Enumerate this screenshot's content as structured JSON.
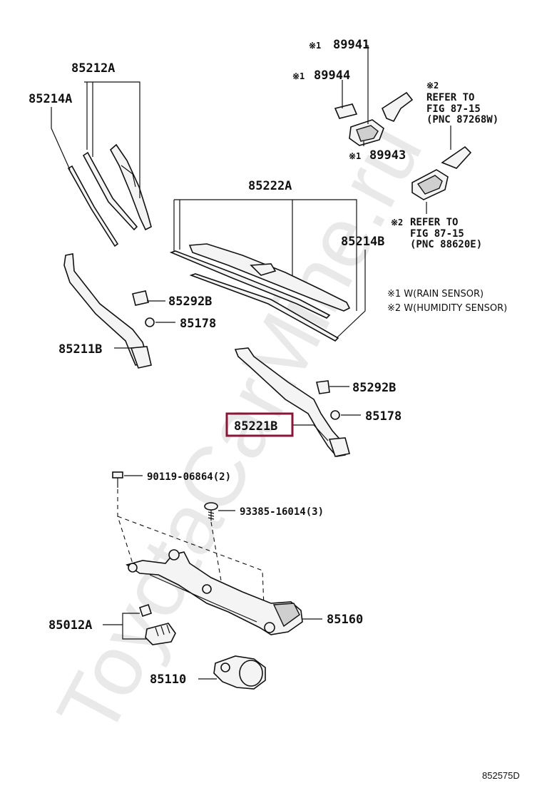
{
  "watermark": "ToyotaCarMine.ru",
  "diagram_code": "852575D",
  "labels": {
    "p85212A": "85212A",
    "p85214A": "85214A",
    "p89941": "89941",
    "p89944": "89944",
    "p89943": "89943",
    "p85222A": "85222A",
    "p85214B": "85214B",
    "p85292B_a": "85292B",
    "p85178_a": "85178",
    "p85211B": "85211B",
    "p85292B_b": "85292B",
    "p85178_b": "85178",
    "p85221B": "85221B",
    "p90119": "90119-06864(2)",
    "p93385": "93385-16014(3)",
    "p85012A": "85012A",
    "p85160": "85160",
    "p85110": "85110"
  },
  "marks": {
    "m1_a": "※1",
    "m1_b": "※1",
    "m1_c": "※1"
  },
  "refs": {
    "ref1_mark": "※2",
    "ref1_l1": "REFER TO",
    "ref1_l2": "FIG 87-15",
    "ref1_l3": "(PNC 87268W)",
    "ref2_mark": "※2",
    "ref2_l1": "REFER TO",
    "ref2_l2": "FIG 87-15",
    "ref2_l3": "(PNC 88620E)"
  },
  "legend": {
    "note1": "※1 W(RAIN SENSOR)",
    "note2": "※2 W(HUMIDITY SENSOR)"
  },
  "colors": {
    "highlight_box": "#8b1538"
  }
}
